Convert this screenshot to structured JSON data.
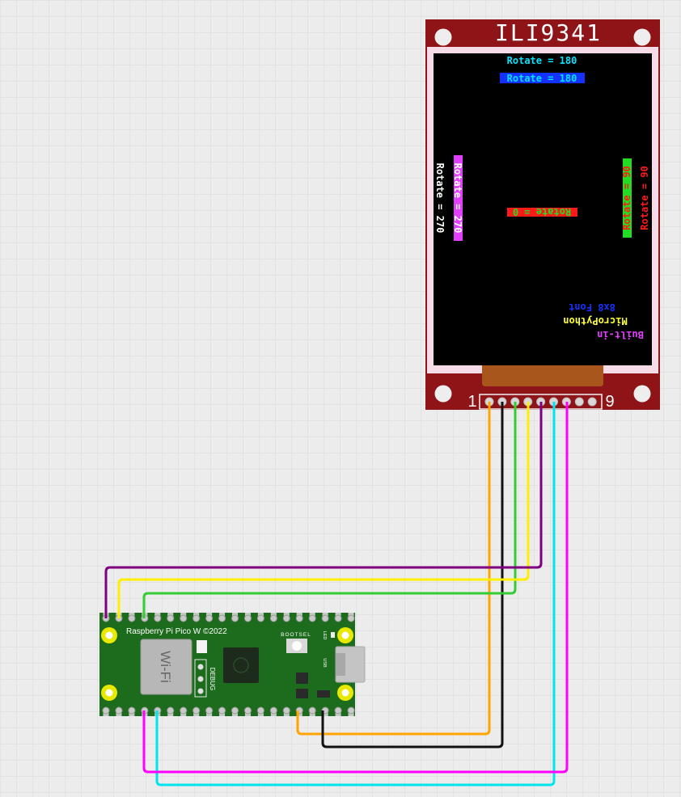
{
  "display": {
    "model": "ILI9341",
    "pin_first": "1",
    "pin_last": "9",
    "texts": {
      "rot180_a": "Rotate = 180",
      "rot180_b": "Rotate = 180",
      "rot270_a": "Rotate = 270",
      "rot270_b": "Rotate = 270",
      "rot0": "Rotate = 0",
      "rot90_a": "Rotate = 90",
      "rot90_b": "Rotate = 90",
      "builtin": "Built-in",
      "micropython": "MicroPython",
      "font": "8x8 Font"
    },
    "colors": {
      "board": "#8f1418",
      "screen": "#000000",
      "cyan": "#00e5ff",
      "blue": "#1432ff",
      "white": "#ffffff",
      "magenta": "#e040fb",
      "red": "#ff1a1a",
      "green": "#22dd22",
      "yellow": "#ffff33"
    }
  },
  "pico": {
    "silkscreen": "Raspberry Pi Pico W ©2022",
    "wifi": "Wi-Fi",
    "debug": "DEBUG",
    "bootsel": "BOOTSEL",
    "led": "LED",
    "usb": "USB",
    "colors": {
      "pcb": "#1d6b1d",
      "pad": "#e8e800"
    }
  },
  "wires": {
    "colors": {
      "orange": "#ffa500",
      "black": "#111111",
      "green": "#33cc33",
      "yellow": "#ffee00",
      "purple": "#800080",
      "cyan": "#00e5ee",
      "magenta": "#ff00ff"
    }
  }
}
